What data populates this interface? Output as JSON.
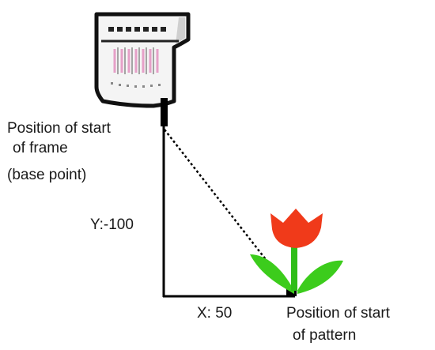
{
  "labels": {
    "frame_start_line1": "Position of start",
    "frame_start_line2": "of frame",
    "frame_start_line3": "(base point)",
    "y_offset": "Y:-100",
    "x_offset": "X: 50",
    "pattern_start_line1": "Position of start",
    "pattern_start_line2": "of pattern"
  },
  "colors": {
    "line": "#000000",
    "petal": "#f03a1a",
    "leaf": "#3ccc1c",
    "stem": "#2fbd18",
    "machine_body": "#f4f4f4",
    "machine_outline": "#111111",
    "needle_pink": "#e6a0c8"
  },
  "icons": {
    "machine": "embroidery-machine-head-icon",
    "flower": "tulip-pattern-icon"
  }
}
